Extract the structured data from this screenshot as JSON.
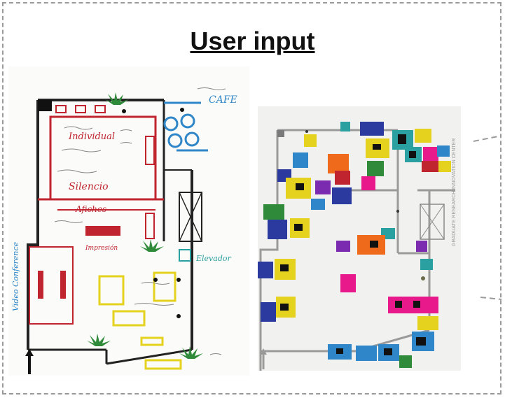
{
  "title": "User input",
  "sketch": {
    "labels": {
      "individual": "Individual",
      "silencio": "Silencio",
      "afiches": "Afiches",
      "impresion": "Impresión",
      "cafe": "CAFE",
      "elevador": "Elevador",
      "video_conference": "Video Conference"
    }
  },
  "photo": {
    "watermark": "GRADUATE RESEARCH INNOVATION CENTER"
  },
  "colors": {
    "red": "#c0242f",
    "blue": "#2f86c8",
    "teal": "#2aa0a0",
    "yellow": "#e5d21f",
    "green": "#2f8a3a",
    "orange": "#f06a1c",
    "pink": "#e8198b",
    "purple": "#7a2bb0"
  }
}
